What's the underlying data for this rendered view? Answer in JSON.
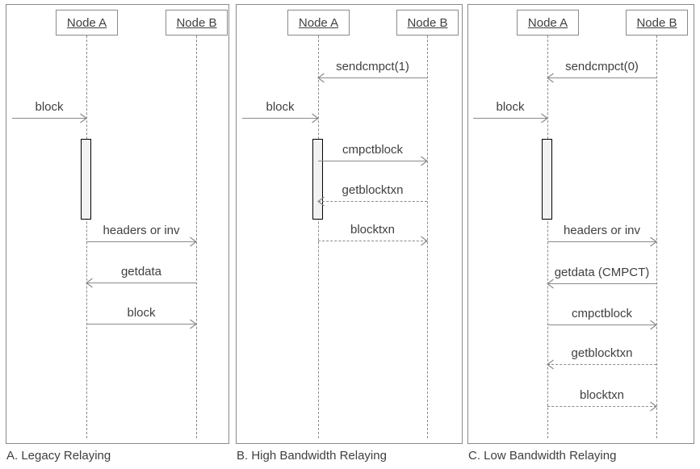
{
  "colors": {
    "background": "#ffffff",
    "line": "#8a8a8a",
    "text": "#404040",
    "activation_fill": "#f2f2f2",
    "activation_border": "#000000"
  },
  "panels": [
    {
      "id": "A",
      "caption": "A. Legacy Relaying",
      "actors": [
        {
          "name": "Node A"
        },
        {
          "name": "Node B"
        }
      ],
      "messages": [
        {
          "label": "block",
          "from": "network",
          "to": "Node A",
          "line": "solid"
        },
        {
          "label": "headers or inv",
          "from": "Node A",
          "to": "Node B",
          "line": "solid"
        },
        {
          "label": "getdata",
          "from": "Node B",
          "to": "Node A",
          "line": "solid"
        },
        {
          "label": "block",
          "from": "Node A",
          "to": "Node B",
          "line": "solid"
        }
      ]
    },
    {
      "id": "B",
      "caption": "B. High Bandwidth Relaying",
      "actors": [
        {
          "name": "Node A"
        },
        {
          "name": "Node B"
        }
      ],
      "messages": [
        {
          "label": "sendcmpct(1)",
          "from": "Node B",
          "to": "Node A",
          "line": "solid"
        },
        {
          "label": "block",
          "from": "network",
          "to": "Node A",
          "line": "solid"
        },
        {
          "label": "cmpctblock",
          "from": "Node A",
          "to": "Node B",
          "line": "solid"
        },
        {
          "label": "getblocktxn",
          "from": "Node B",
          "to": "Node A",
          "line": "dashed"
        },
        {
          "label": "blocktxn",
          "from": "Node A",
          "to": "Node B",
          "line": "dashed"
        }
      ]
    },
    {
      "id": "C",
      "caption": "C. Low Bandwidth Relaying",
      "actors": [
        {
          "name": "Node A"
        },
        {
          "name": "Node B"
        }
      ],
      "messages": [
        {
          "label": "sendcmpct(0)",
          "from": "Node B",
          "to": "Node A",
          "line": "solid"
        },
        {
          "label": "block",
          "from": "network",
          "to": "Node A",
          "line": "solid"
        },
        {
          "label": "headers or inv",
          "from": "Node A",
          "to": "Node B",
          "line": "solid"
        },
        {
          "label": "getdata (CMPCT)",
          "from": "Node B",
          "to": "Node A",
          "line": "solid"
        },
        {
          "label": "cmpctblock",
          "from": "Node A",
          "to": "Node B",
          "line": "solid"
        },
        {
          "label": "getblocktxn",
          "from": "Node B",
          "to": "Node A",
          "line": "dashed"
        },
        {
          "label": "blocktxn",
          "from": "Node A",
          "to": "Node B",
          "line": "dashed"
        }
      ]
    }
  ]
}
